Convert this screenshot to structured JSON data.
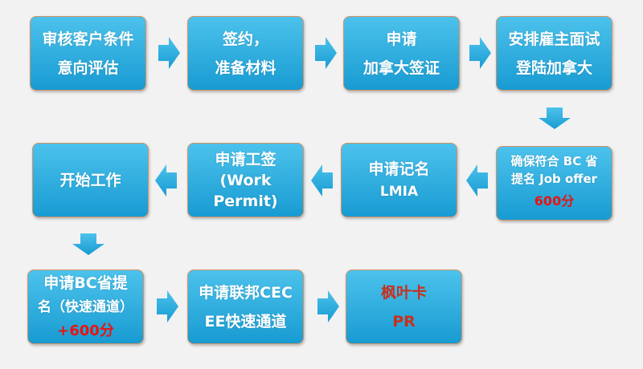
{
  "steps": [
    {
      "lines": [
        "审核客户条件",
        "意向评估"
      ]
    },
    {
      "lines": [
        "签约，",
        "准备材料"
      ]
    },
    {
      "lines": [
        "申请",
        "加拿大签证"
      ]
    },
    {
      "lines": [
        "安排雇主面试",
        "登陆加拿大"
      ]
    },
    {
      "lines": [
        "确保符合 BC 省",
        "提名 Job offer"
      ],
      "points": "600分"
    },
    {
      "lines": [
        "申请记名",
        "LMIA"
      ]
    },
    {
      "lines": [
        "申请工签",
        "(Work",
        "Permit)"
      ]
    },
    {
      "lines": [
        "开始工作"
      ]
    },
    {
      "lines": [
        "申请BC省提",
        "名（快速通道）"
      ],
      "points": "+600分"
    },
    {
      "lines": [
        "申请联邦CEC",
        "EE快速通道"
      ]
    },
    {
      "lines": [
        "枫叶卡",
        "PR"
      ]
    }
  ],
  "colors": {
    "box_top": "#4cc2ec",
    "box_bottom": "#189bd2",
    "border": "#d49264",
    "points": "#e8140f",
    "pr": "#c8301c"
  }
}
